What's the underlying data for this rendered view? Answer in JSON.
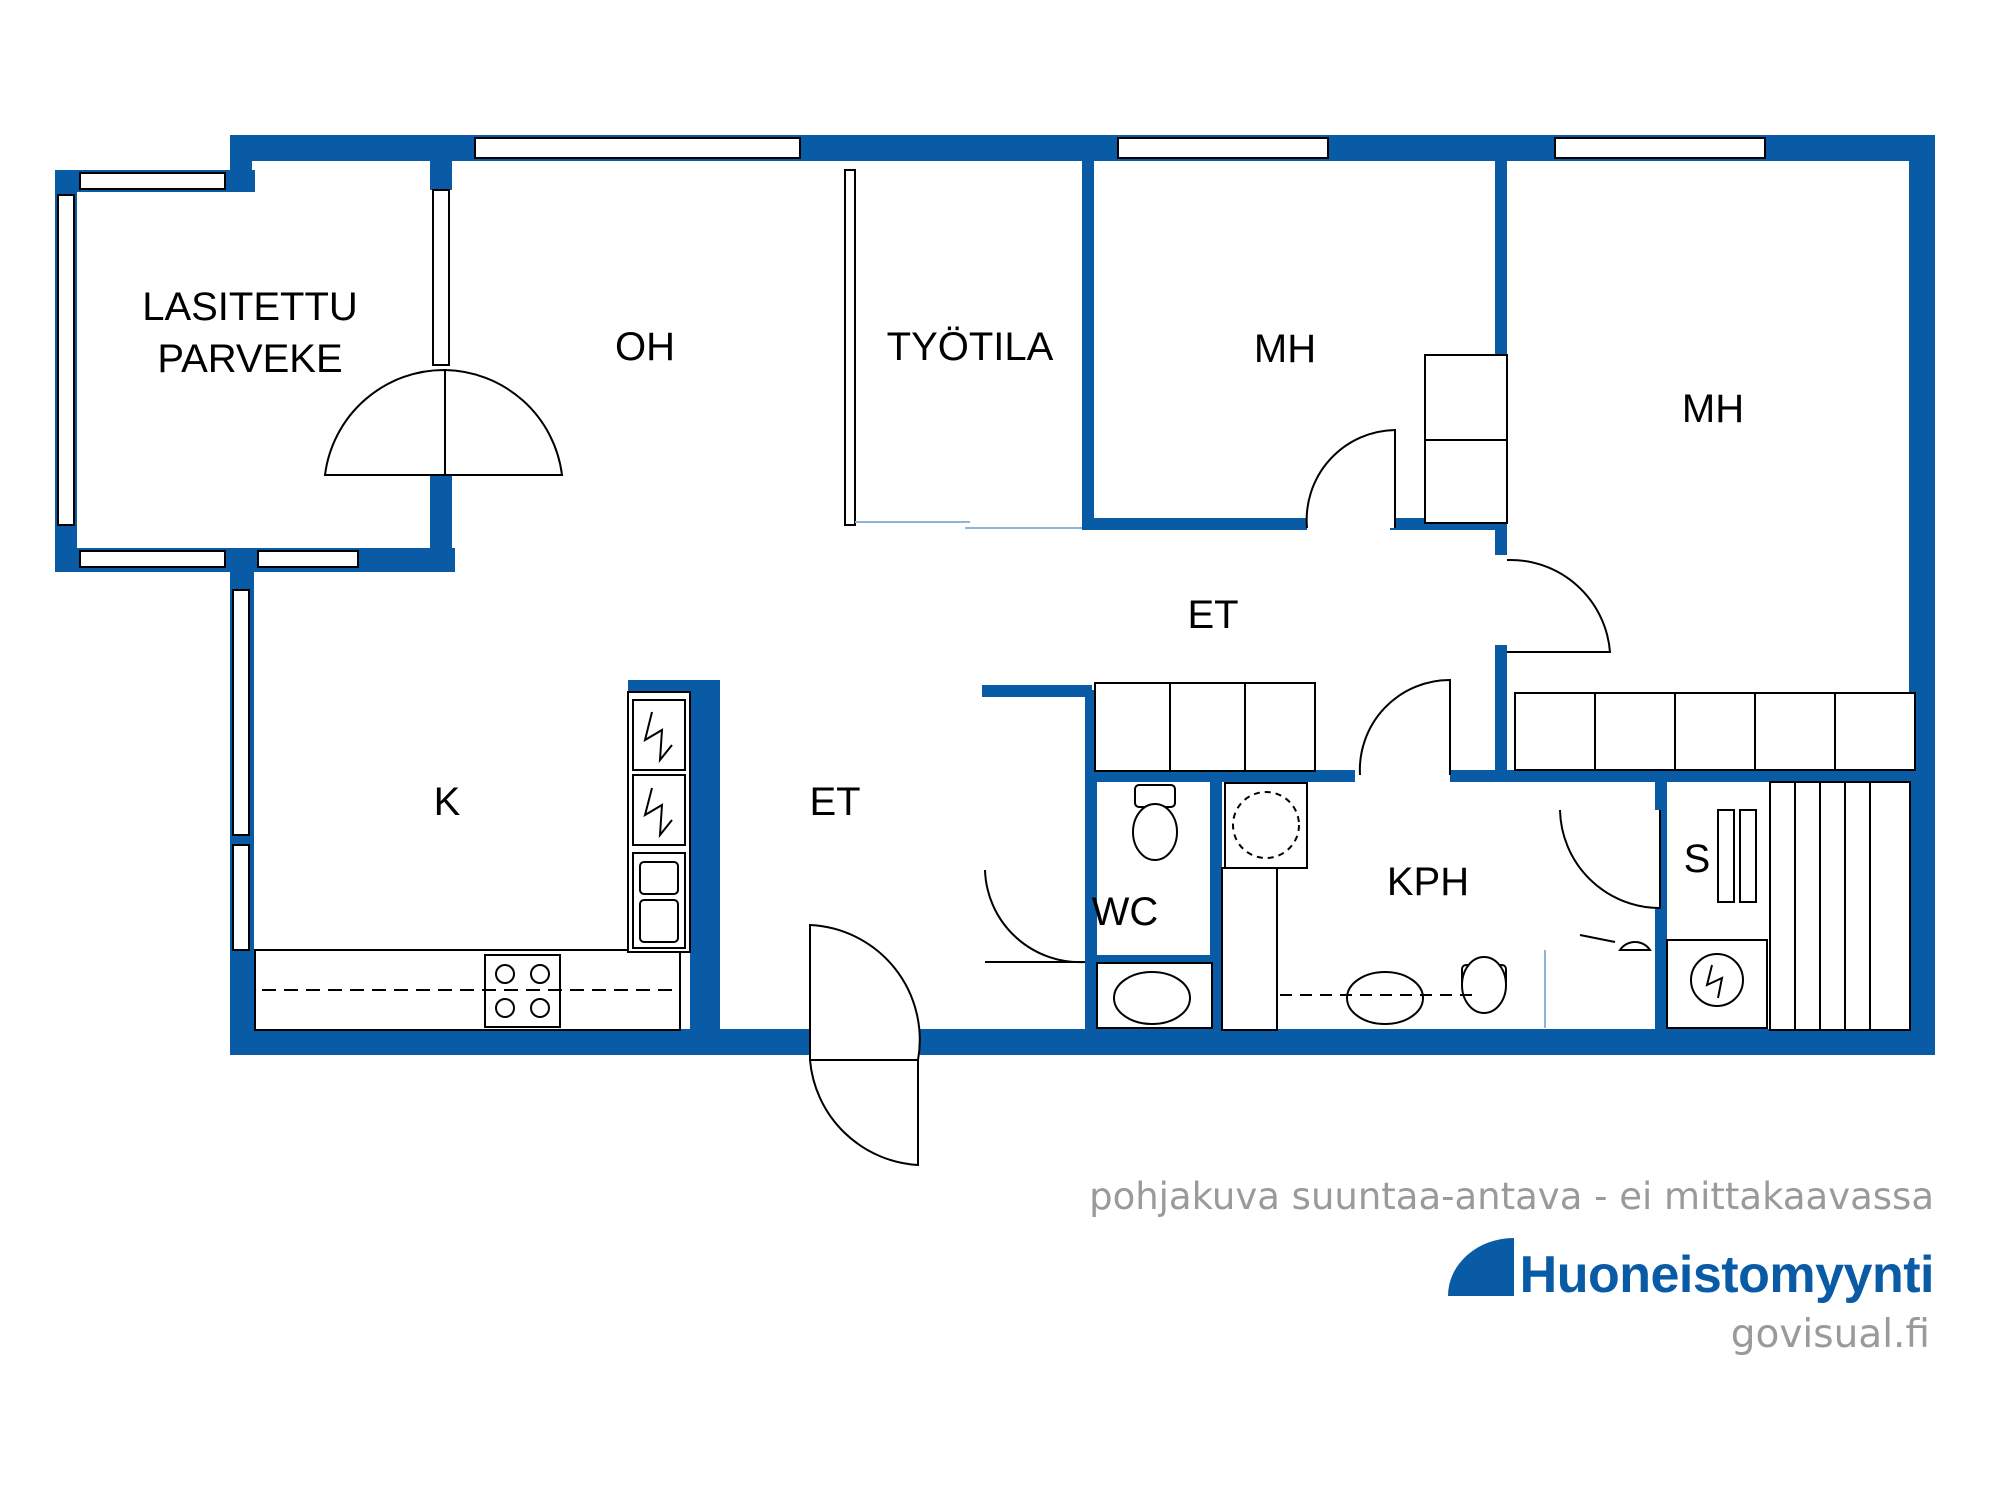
{
  "rooms": {
    "balcony_line1": "LASITETTU",
    "balcony_line2": "PARVEKE",
    "living": "OH",
    "work": "TYÖTILA",
    "bedroom1": "MH",
    "bedroom2": "MH",
    "hall_upper": "ET",
    "kitchen": "K",
    "hall_lower": "ET",
    "wc": "WC",
    "bathroom": "KPH",
    "sauna": "S"
  },
  "footer": {
    "disclaimer": "pohjakuva suuntaa-antava - ei mittakaavassa",
    "brand": "Huoneistomyynti",
    "site": "govisual.fi"
  },
  "colors": {
    "wall": "#0a5ba6",
    "muted_text": "#9a9a9a"
  },
  "icons": [
    "electric-stove-icon",
    "sink-icon",
    "toilet-icon",
    "washbasin-icon",
    "shower-icon",
    "sauna-stove-icon",
    "washing-machine-icon"
  ]
}
